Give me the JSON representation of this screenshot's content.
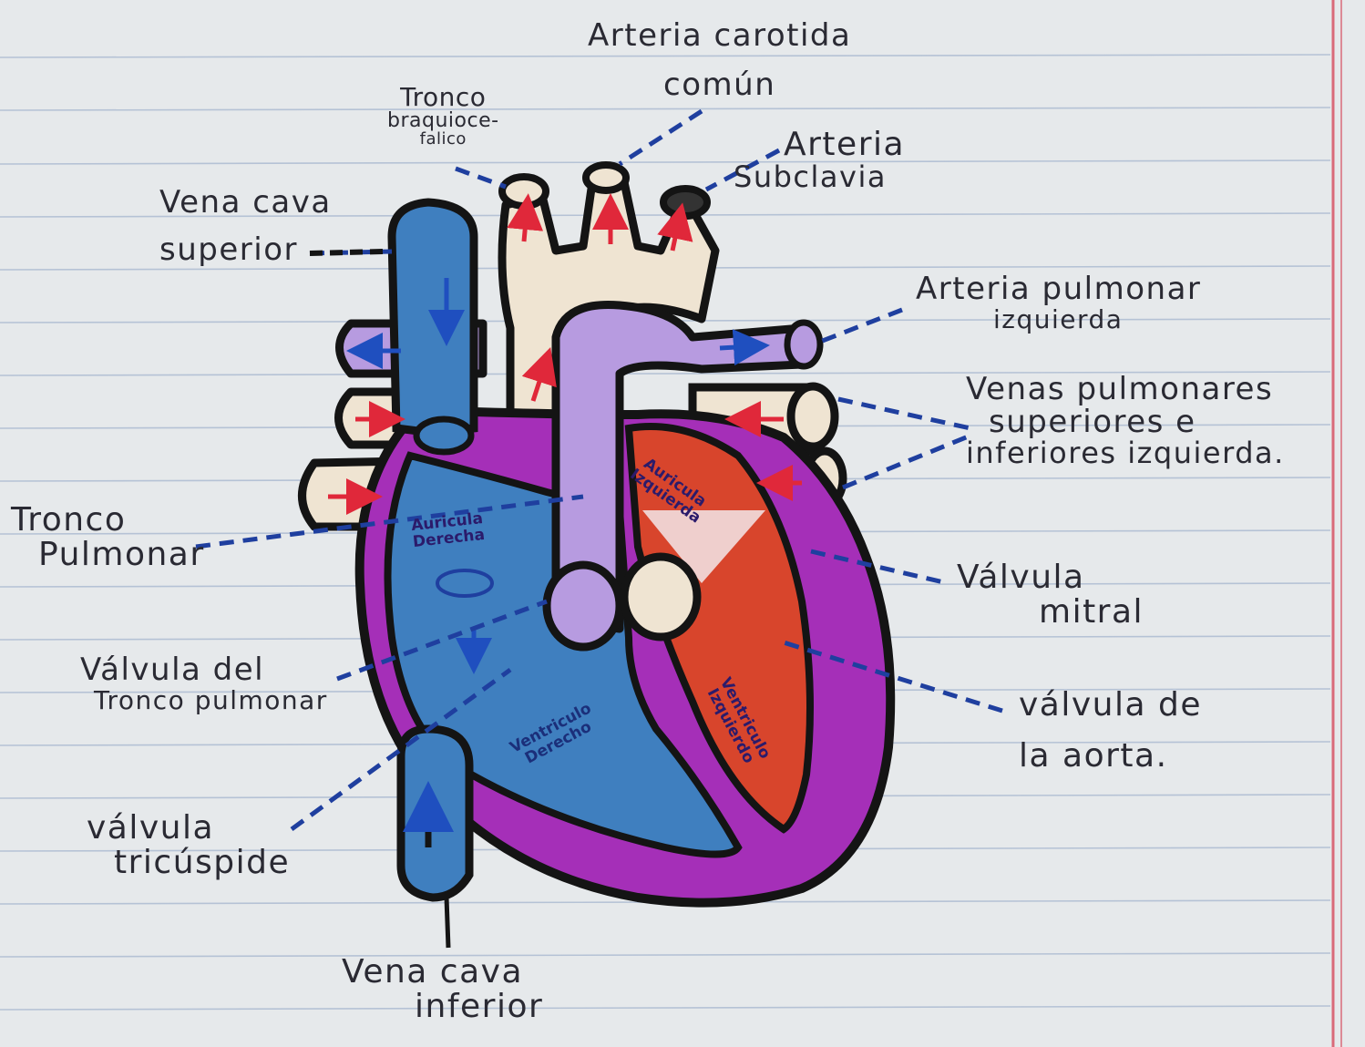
{
  "labels": {
    "arteria_carotida": {
      "line1": "Arteria carotida",
      "line2": "común"
    },
    "tronco_braquiocefalico": {
      "line1": "Tronco",
      "line2": "braquioce-",
      "line3": "falico"
    },
    "arteria_subclavia": {
      "line1": "Arteria",
      "line2": "Subclavia"
    },
    "vena_cava_superior": {
      "line1": "Vena cava",
      "line2": "superior"
    },
    "arteria_pulmonar_izquierda": {
      "line1": "Arteria pulmonar",
      "line2": "izquierda"
    },
    "venas_pulmonares": {
      "line1": "Venas pulmonares",
      "line2": "superiores  e",
      "line3": "inferiores izquierda."
    },
    "tronco_pulmonar": {
      "line1": "Tronco",
      "line2": "Pulmonar"
    },
    "valvula_mitral": {
      "line1": "Válvula",
      "line2": "mitral"
    },
    "valvula_tronco_pulmonar": {
      "line1": "Válvula del",
      "line2": "Tronco pulmonar"
    },
    "valvula_aorta": {
      "line1": "válvula de",
      "line2": "la aorta."
    },
    "valvula_tricuspide": {
      "line1": "válvula",
      "line2": "tricúspide"
    },
    "vena_cava_inferior": {
      "line1": "Vena cava",
      "line2": "inferior"
    }
  },
  "chambers": {
    "auricula_derecha": {
      "line1": "Auricula",
      "line2": "Derecha"
    },
    "auricula_izquierda": {
      "line1": "Auricula",
      "line2": "Izquierda"
    },
    "ventriculo_derecho": {
      "line1": "Ventriculo",
      "line2": "Derecho"
    },
    "ventriculo_izquierdo": {
      "line1": "Ventriculo",
      "line2": "Izquierdo"
    }
  },
  "colors": {
    "paper": "#e6e9eb",
    "ruled_line": "#8ea3c4",
    "margin_line": "#d96a7a",
    "outline": "#141414",
    "deoxygenated_blue": "#3f7fbf",
    "oxygenated_red": "#d8452c",
    "myocardium_purple": "#a52fb8",
    "pulmonary_lavender": "#b79be0",
    "aorta_cream": "#efe4d2",
    "leader_line": "#1f3f9f",
    "arrow_red": "#e0283a",
    "arrow_blue": "#1f4fbf"
  }
}
